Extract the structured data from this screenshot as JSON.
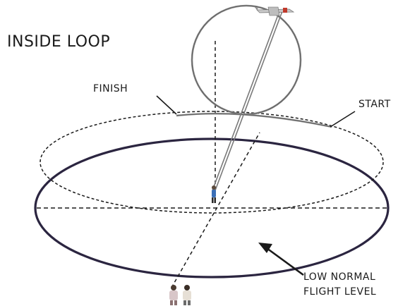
{
  "diagram": {
    "title": "INSIDE LOOP",
    "labels": {
      "finish": "FINISH",
      "start": "START",
      "low_level_line1": "LOW NORMAL",
      "low_level_line2": "FLIGHT LEVEL"
    },
    "colors": {
      "outer_ellipse": "#2b2540",
      "dashed": "#1a1a1a",
      "loop": "#8a8a8a",
      "text": "#1a1a1a",
      "plane": "#c0392b"
    },
    "icons": [
      "model-plane-icon",
      "pilot-figure-icon",
      "judges-icon",
      "arrow-icon"
    ]
  }
}
